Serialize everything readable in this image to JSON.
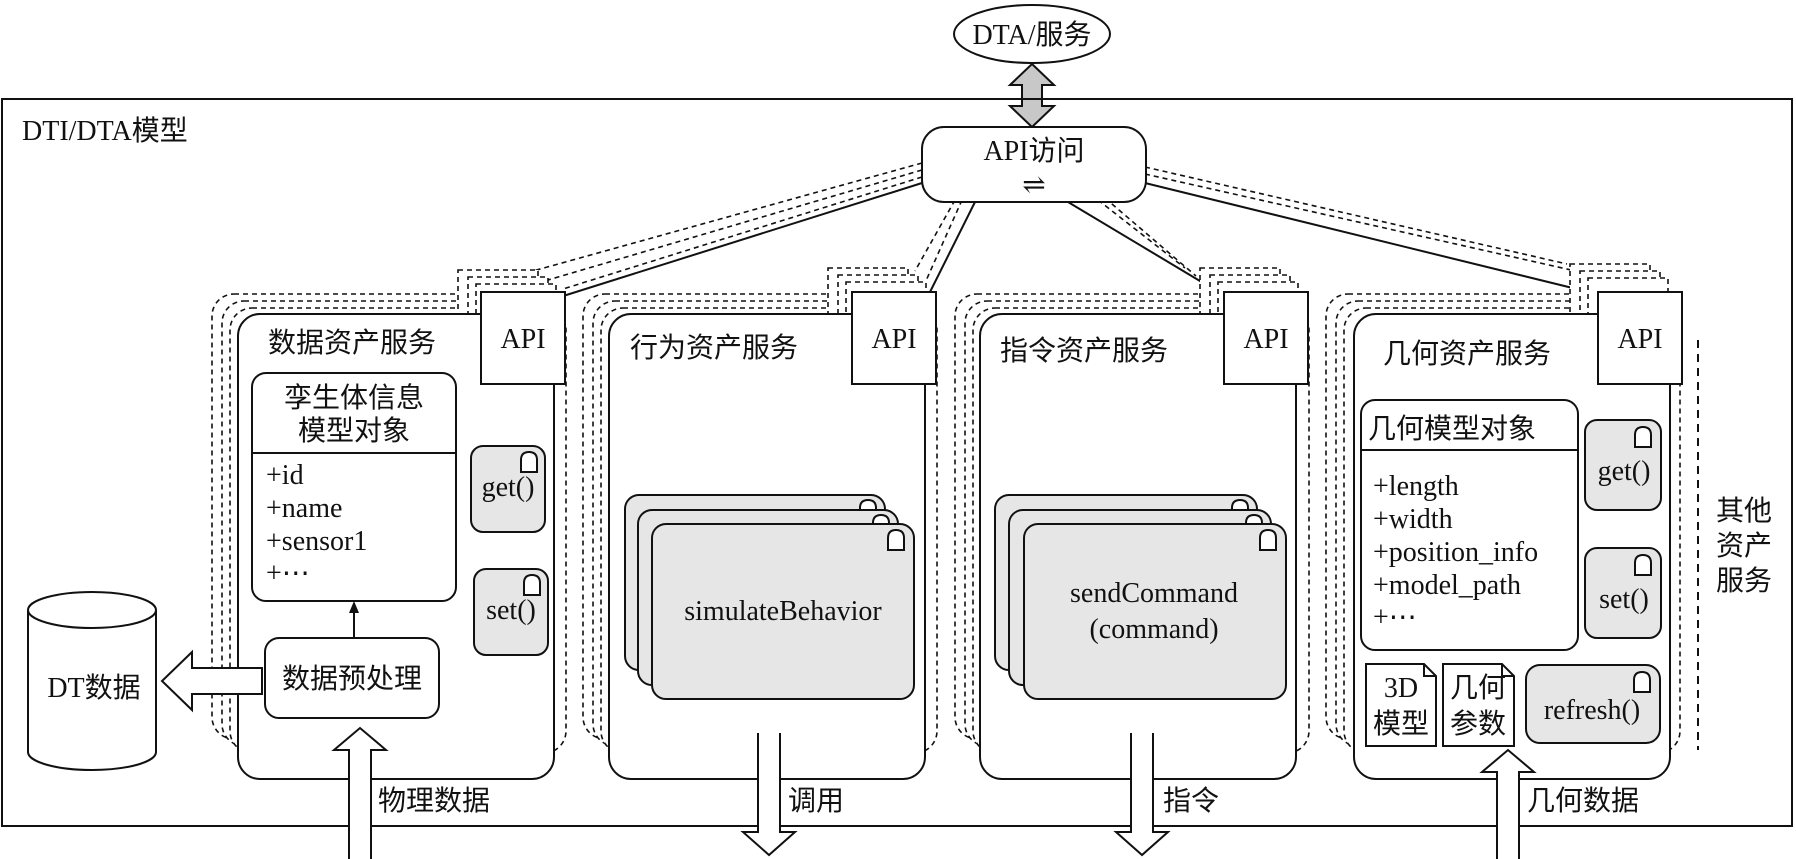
{
  "external_service": "DTA/服务",
  "model_frame_title": "DTI/DTA模型",
  "api_access": {
    "label": "API访问",
    "symbol": "⇌"
  },
  "api_tag": "API",
  "data_store": "DT数据",
  "services": {
    "data": {
      "title": "数据资产服务",
      "object_title_lines": [
        "孪生体信息",
        "模型对象"
      ],
      "attributes": [
        "+id",
        "+name",
        "+sensor1",
        "+⋯"
      ],
      "methods": [
        "get()",
        "set()"
      ],
      "preprocess": "数据预处理",
      "input_label": "物理数据"
    },
    "behavior": {
      "title": "行为资产服务",
      "operation": "simulateBehavior",
      "output_label": "调用"
    },
    "command": {
      "title": "指令资产服务",
      "operation_lines": [
        "sendCommand",
        "(command)"
      ],
      "output_label": "指令"
    },
    "geometry": {
      "title": "几何资产服务",
      "object_title": "几何模型对象",
      "attributes": [
        "+length",
        "+width",
        "+position_info",
        "+model_path",
        "+⋯"
      ],
      "methods": [
        "get()",
        "set()",
        "refresh()"
      ],
      "documents": [
        [
          "3D",
          "模型"
        ],
        [
          "几何",
          "参数"
        ]
      ],
      "input_label": "几何数据"
    }
  },
  "other_services_lines": [
    "其他",
    "资产",
    "服务"
  ]
}
